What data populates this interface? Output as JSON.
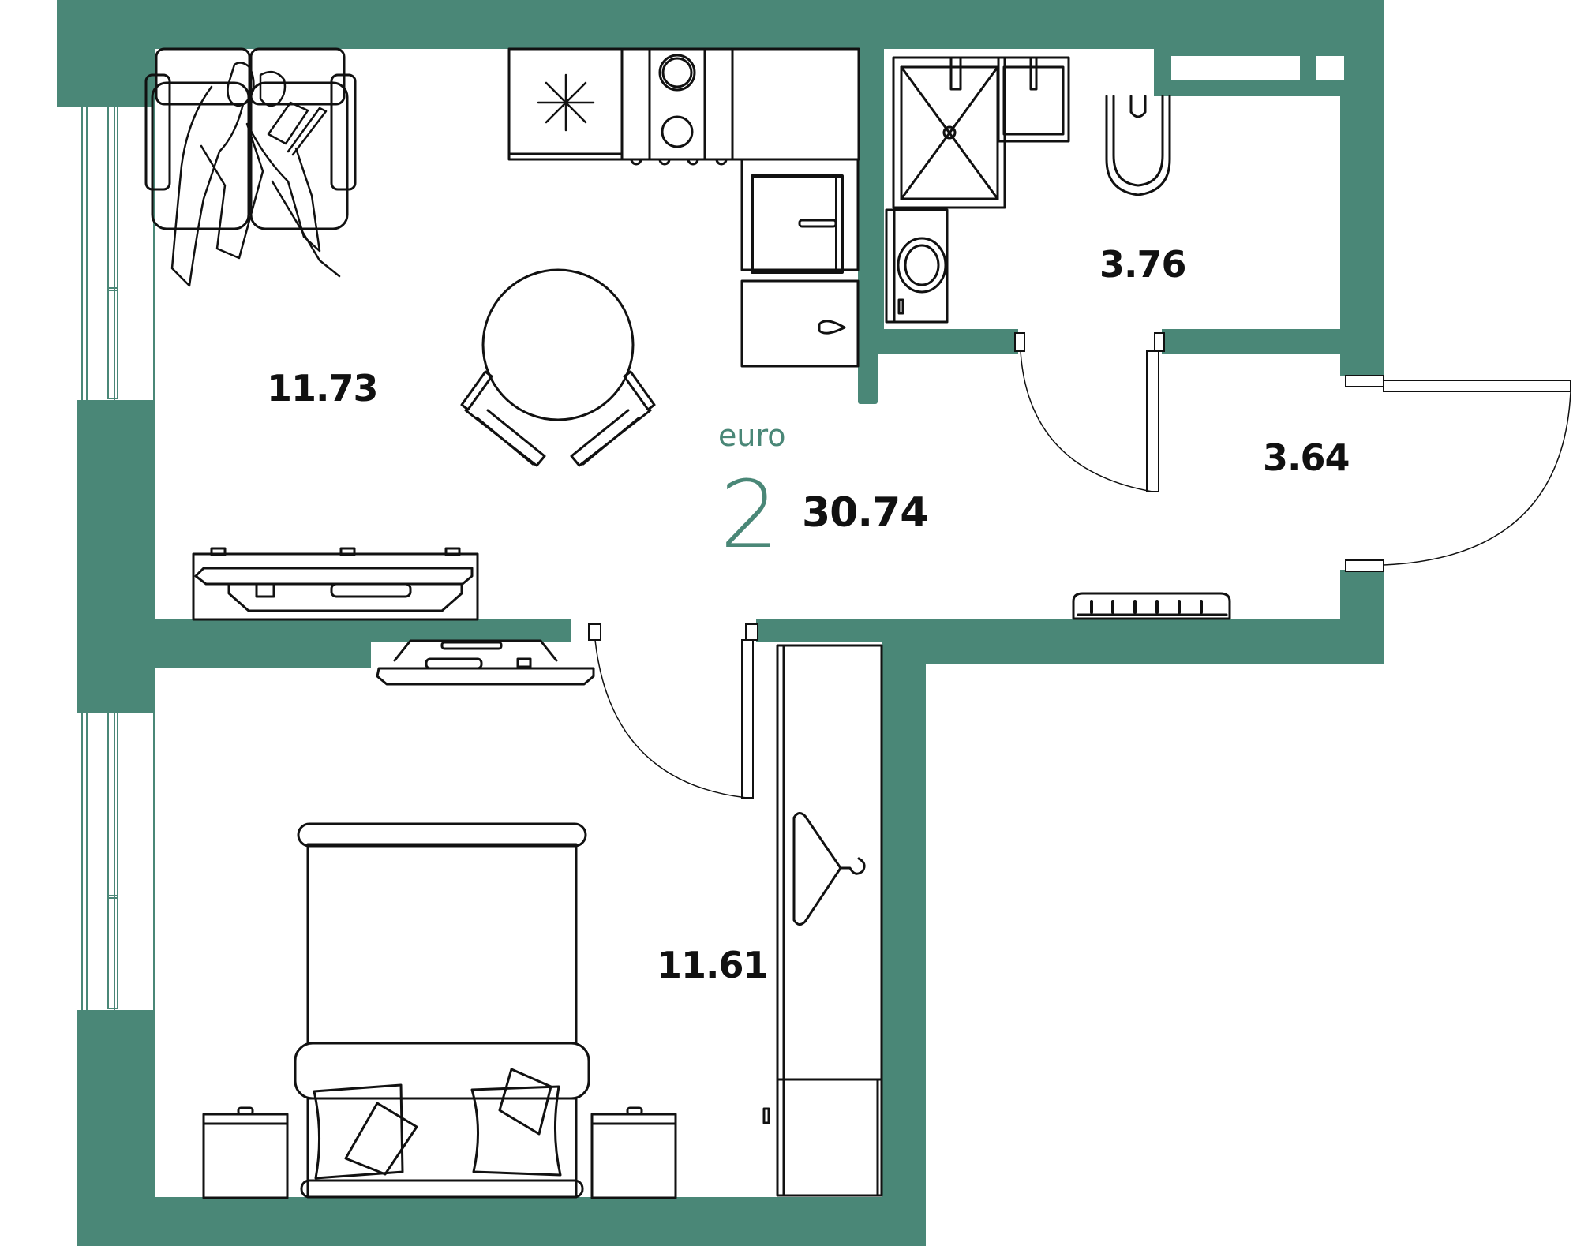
{
  "plan": {
    "type_label": "euro",
    "rooms_count": "2",
    "total_area": "30.74",
    "wall_color": "#4a8777",
    "rooms": [
      {
        "name": "living-kitchen",
        "area": "11.73"
      },
      {
        "name": "bathroom",
        "area": "3.76"
      },
      {
        "name": "hallway",
        "area": "3.64"
      },
      {
        "name": "bedroom",
        "area": "11.61"
      }
    ],
    "furniture_icons": [
      "sofa-icon",
      "people-icon",
      "laptop-icon",
      "fridge-icon",
      "snowflake-icon",
      "stove-icon",
      "kitchen-sink-icon",
      "dishwasher-icon",
      "dining-table-icon",
      "chair-icon",
      "tv-stand-icon",
      "shower-icon",
      "washbasin-icon",
      "toilet-icon",
      "washing-machine-icon",
      "radiator-icon",
      "bed-icon",
      "pillow-icon",
      "nightstand-icon",
      "wardrobe-icon",
      "hanger-icon",
      "door-icon",
      "window-icon"
    ]
  }
}
